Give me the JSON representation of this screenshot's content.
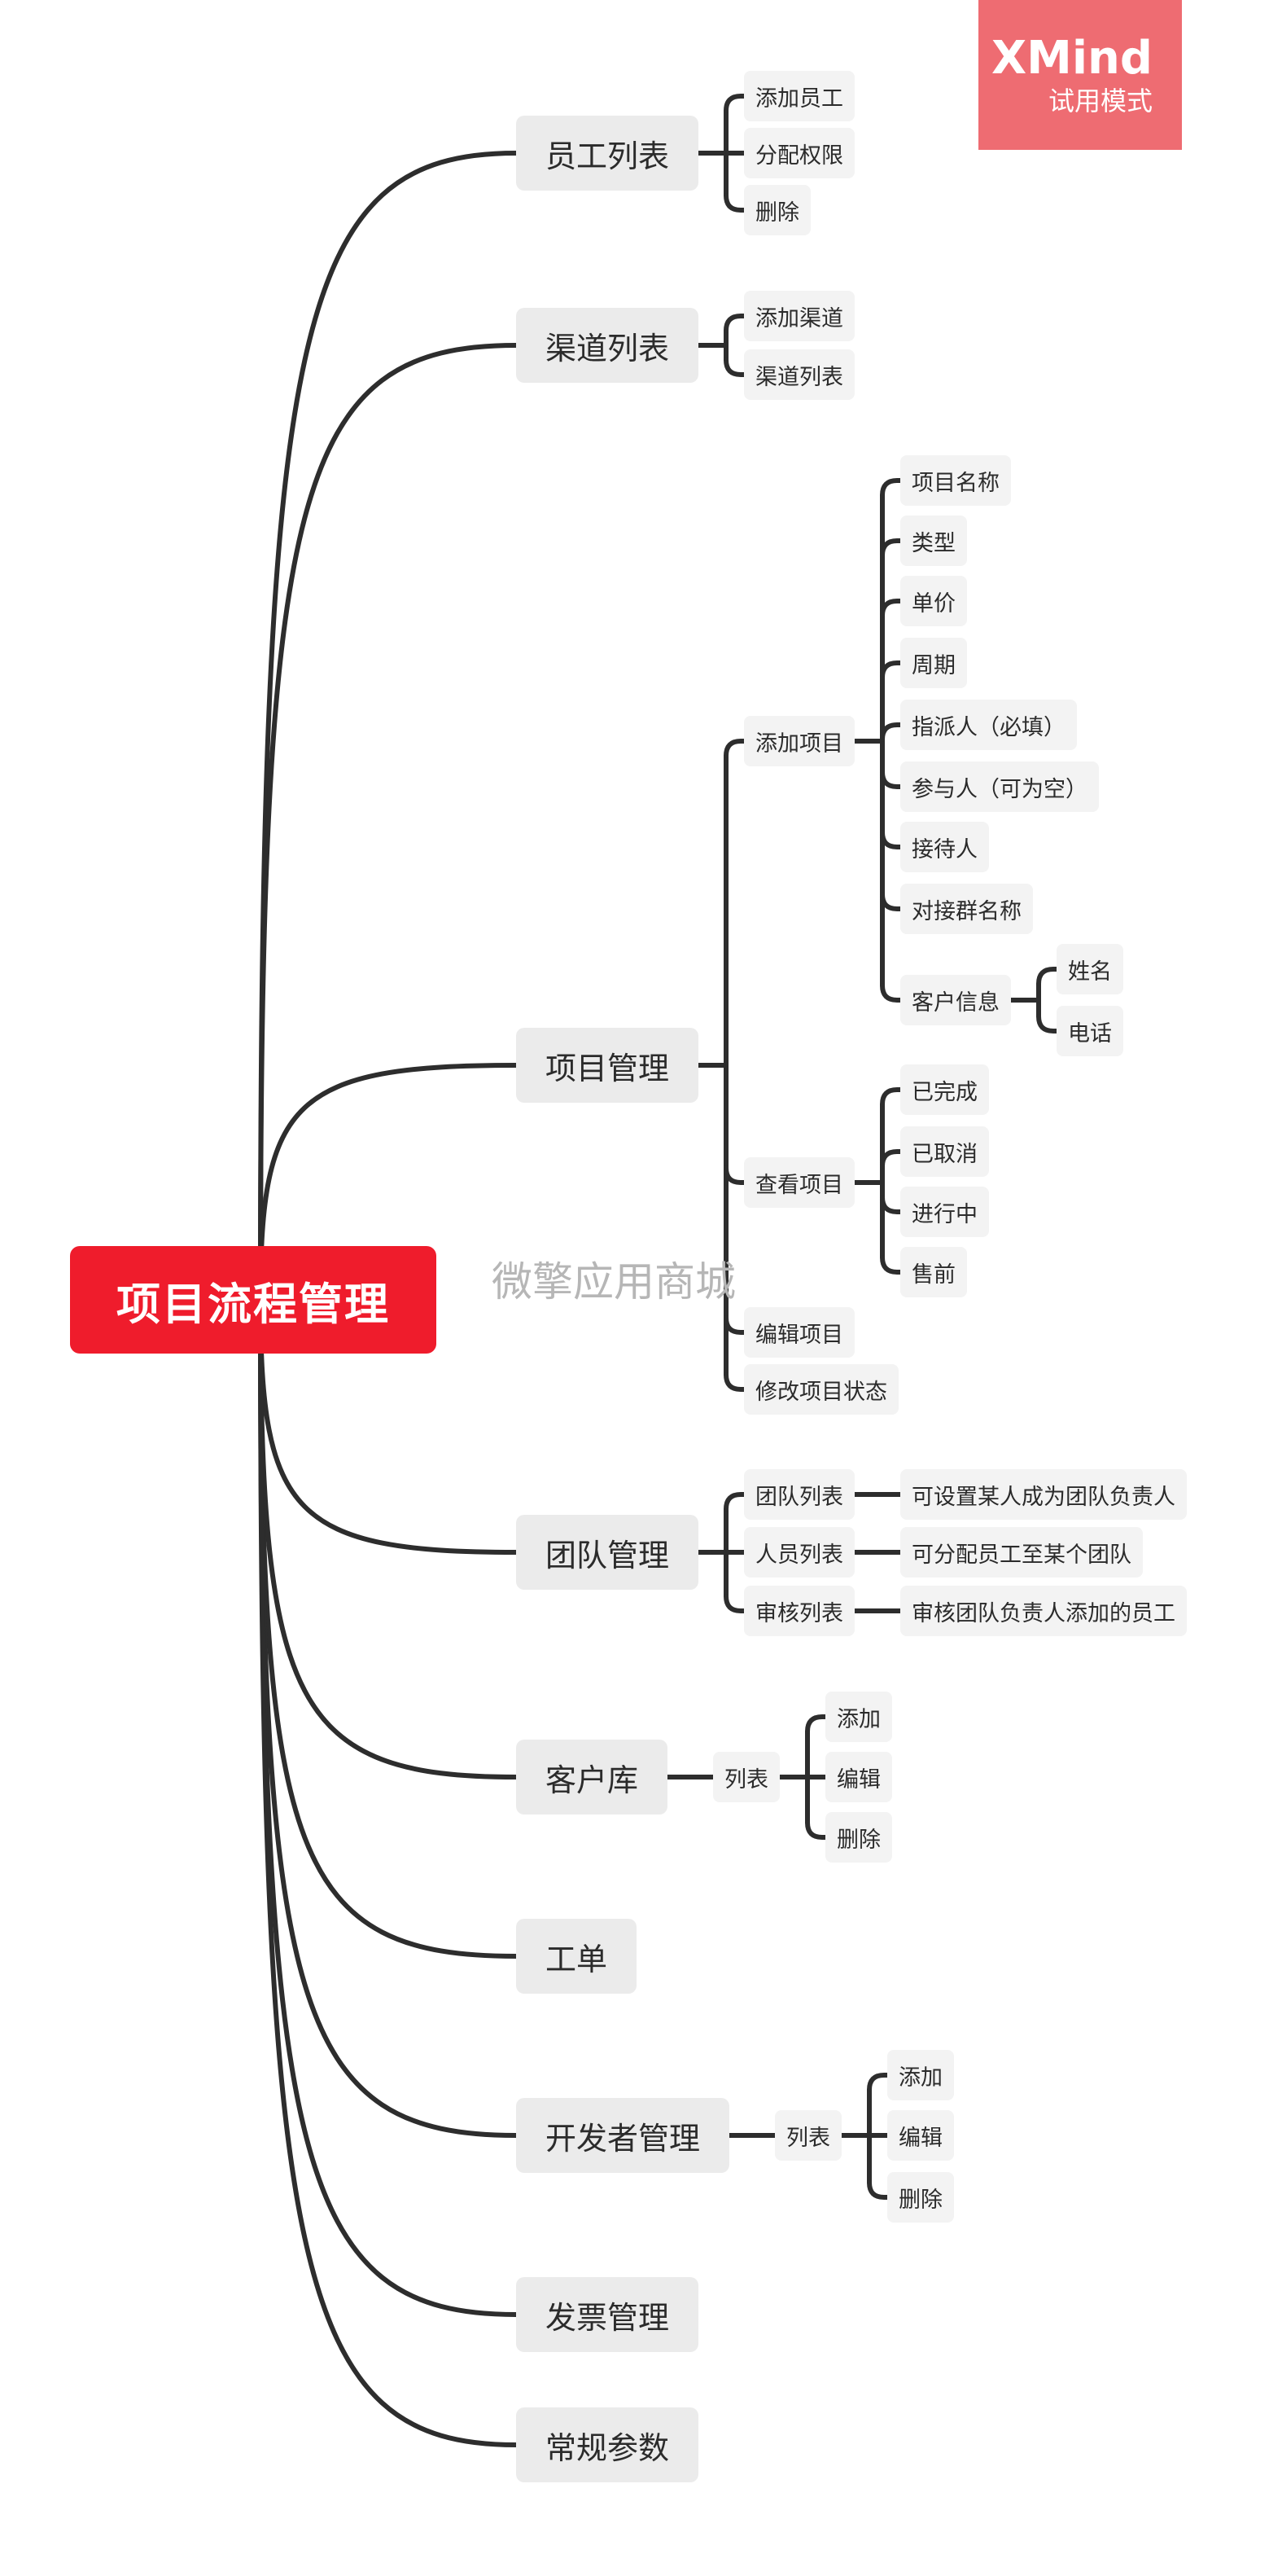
{
  "badge": {
    "brand": "XMind",
    "mode": "试用模式"
  },
  "watermark": "微擎应用商城",
  "root": "项目流程管理",
  "branches": [
    {
      "label": "员工列表",
      "children": [
        {
          "label": "添加员工"
        },
        {
          "label": "分配权限"
        },
        {
          "label": "删除"
        }
      ]
    },
    {
      "label": "渠道列表",
      "children": [
        {
          "label": "添加渠道"
        },
        {
          "label": "渠道列表"
        }
      ]
    },
    {
      "label": "项目管理",
      "children": [
        {
          "label": "添加项目",
          "children": [
            {
              "label": "项目名称"
            },
            {
              "label": "类型"
            },
            {
              "label": "单价"
            },
            {
              "label": "周期"
            },
            {
              "label": "指派人（必填）"
            },
            {
              "label": "参与人（可为空）"
            },
            {
              "label": "接待人"
            },
            {
              "label": "对接群名称"
            },
            {
              "label": "客户信息",
              "children": [
                {
                  "label": "姓名"
                },
                {
                  "label": "电话"
                }
              ]
            }
          ]
        },
        {
          "label": "查看项目",
          "children": [
            {
              "label": "已完成"
            },
            {
              "label": "已取消"
            },
            {
              "label": "进行中"
            },
            {
              "label": "售前"
            }
          ]
        },
        {
          "label": "编辑项目"
        },
        {
          "label": "修改项目状态"
        }
      ]
    },
    {
      "label": "团队管理",
      "children": [
        {
          "label": "团队列表",
          "children": [
            {
              "label": "可设置某人成为团队负责人"
            }
          ]
        },
        {
          "label": "人员列表",
          "children": [
            {
              "label": "可分配员工至某个团队"
            }
          ]
        },
        {
          "label": "审核列表",
          "children": [
            {
              "label": "审核团队负责人添加的员工"
            }
          ]
        }
      ]
    },
    {
      "label": "客户库",
      "children": [
        {
          "label": "列表",
          "children": [
            {
              "label": "添加"
            },
            {
              "label": "编辑"
            },
            {
              "label": "删除"
            }
          ]
        }
      ]
    },
    {
      "label": "工单"
    },
    {
      "label": "开发者管理",
      "children": [
        {
          "label": "列表",
          "children": [
            {
              "label": "添加"
            },
            {
              "label": "编辑"
            },
            {
              "label": "删除"
            }
          ]
        }
      ]
    },
    {
      "label": "发票管理"
    },
    {
      "label": "常规参数"
    }
  ]
}
